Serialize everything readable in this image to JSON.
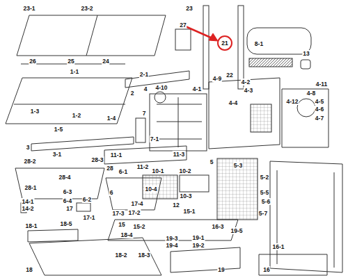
{
  "diagram": {
    "labels": [
      "23-1",
      "23-2",
      "23",
      "27",
      "21",
      "22",
      "8-1",
      "13",
      "26",
      "25",
      "24",
      "1-1",
      "2-1",
      "2",
      "4",
      "4-10",
      "4-1",
      "4-9",
      "4-2",
      "4-3",
      "4-11",
      "4-8",
      "4-12",
      "4-4",
      "4-5",
      "4-6",
      "4-7",
      "1-3",
      "1-2",
      "1-4",
      "1-5",
      "7",
      "7-1",
      "3",
      "3-1",
      "11-1",
      "11-2",
      "11-3",
      "5",
      "5-3",
      "5-2",
      "5-5",
      "5-6",
      "5-7",
      "28-2",
      "28-3",
      "28",
      "28-4",
      "28-1",
      "6-1",
      "6",
      "6-3",
      "6-4",
      "6-2",
      "10-1",
      "10-2",
      "10-3",
      "10-4",
      "14-1",
      "14-2",
      "17",
      "17-1",
      "17-2",
      "17-3",
      "17-4",
      "12",
      "15-1",
      "15",
      "15-2",
      "16-3",
      "18-1",
      "18-5",
      "18-4",
      "18-2",
      "18-3",
      "18",
      "19-3",
      "19-4",
      "19-1",
      "19-2",
      "19-5",
      "19",
      "16",
      "16-1"
    ]
  }
}
